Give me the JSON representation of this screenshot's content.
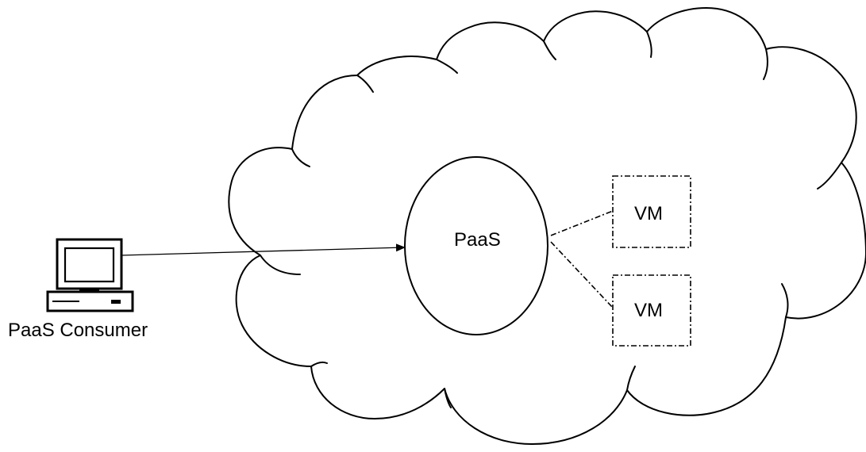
{
  "nodes": {
    "paas_label": "PaaS",
    "vm_top_label": "VM",
    "vm_bottom_label": "VM",
    "consumer_label": "PaaS Consumer"
  },
  "icons": {
    "consumer": "computer-terminal-icon"
  },
  "edges": [
    {
      "from": "PaaS Consumer",
      "to": "PaaS",
      "style": "solid-arrow"
    },
    {
      "from": "PaaS",
      "to": "VM (top)",
      "style": "dash-dot"
    },
    {
      "from": "PaaS",
      "to": "VM (bottom)",
      "style": "dash-dot"
    }
  ],
  "colors": {
    "stroke": "#000000",
    "background": "#ffffff"
  }
}
